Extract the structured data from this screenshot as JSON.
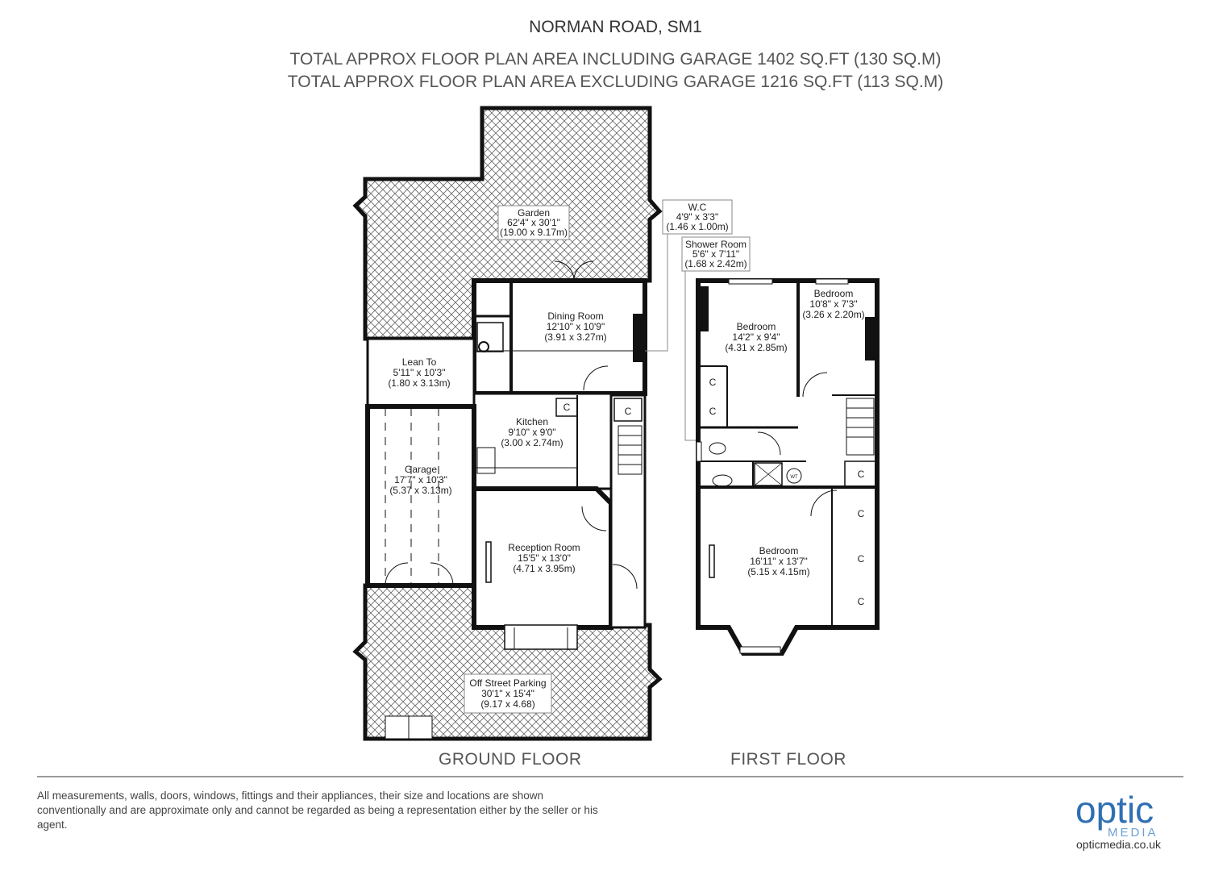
{
  "header": {
    "title": "NORMAN ROAD, SM1",
    "area_including_garage": "TOTAL APPROX FLOOR PLAN AREA INCLUDING GARAGE 1402 SQ.FT (130 SQ.M)",
    "area_excluding_garage": "TOTAL APPROX FLOOR PLAN AREA EXCLUDING GARAGE 1216 SQ.FT (113 SQ.M)"
  },
  "rooms": {
    "garden": {
      "name": "Garden",
      "imperial": "62'4\" x 30'1\"",
      "metric": "(19.00 x 9.17m)"
    },
    "wc": {
      "name": "W.C",
      "imperial": "4'9\" x 3'3\"",
      "metric": "(1.46 x 1.00m)"
    },
    "shower": {
      "name": "Shower Room",
      "imperial": "5'6\" x 7'11\"",
      "metric": "(1.68 x 2.42m)"
    },
    "dining": {
      "name": "Dining Room",
      "imperial": "12'10\" x 10'9\"",
      "metric": "(3.91 x 3.27m)"
    },
    "leanto": {
      "name": "Lean To",
      "imperial": "5'11\" x 10'3\"",
      "metric": "(1.80 x 3.13m)"
    },
    "kitchen": {
      "name": "Kitchen",
      "imperial": "9'10\" x 9'0\"",
      "metric": "(3.00 x 2.74m)"
    },
    "garage": {
      "name": "Garage",
      "imperial": "17'7\" x 10'3\"",
      "metric": "(5.37 x 3.13m)"
    },
    "reception": {
      "name": "Reception Room",
      "imperial": "15'5\" x 13'0\"",
      "metric": "(4.71 x 3.95m)"
    },
    "parking": {
      "name": "Off Street Parking",
      "imperial": "30'1\" x 15'4\"",
      "metric": "(9.17 x 4.68)"
    },
    "bed1": {
      "name": "Bedroom",
      "imperial": "14'2\" x 9'4\"",
      "metric": "(4.31 x 2.85m)"
    },
    "bed2": {
      "name": "Bedroom",
      "imperial": "10'8\" x 7'3\"",
      "metric": "(3.26 x 2.20m)"
    },
    "bed3": {
      "name": "Bedroom",
      "imperial": "16'11\" x 13'7\"",
      "metric": "(5.15 x 4.15m)"
    }
  },
  "markers": {
    "cupboard": "C",
    "wt": "WT"
  },
  "floors": {
    "ground": "GROUND FLOOR",
    "first": "FIRST FLOOR"
  },
  "footer": {
    "disclaimer": "All measurements, walls, doors, windows, fittings and their appliances, their size and locations are shown conventionally and are approximate only and cannot be regarded as being a representation either by the seller or his agent.",
    "logo_top": "optic",
    "logo_bottom": "MEDIA",
    "url": "opticmedia.co.uk"
  },
  "colors": {
    "wall": "#111111",
    "accent": "#2f6fb3",
    "hatch": "#555555"
  }
}
